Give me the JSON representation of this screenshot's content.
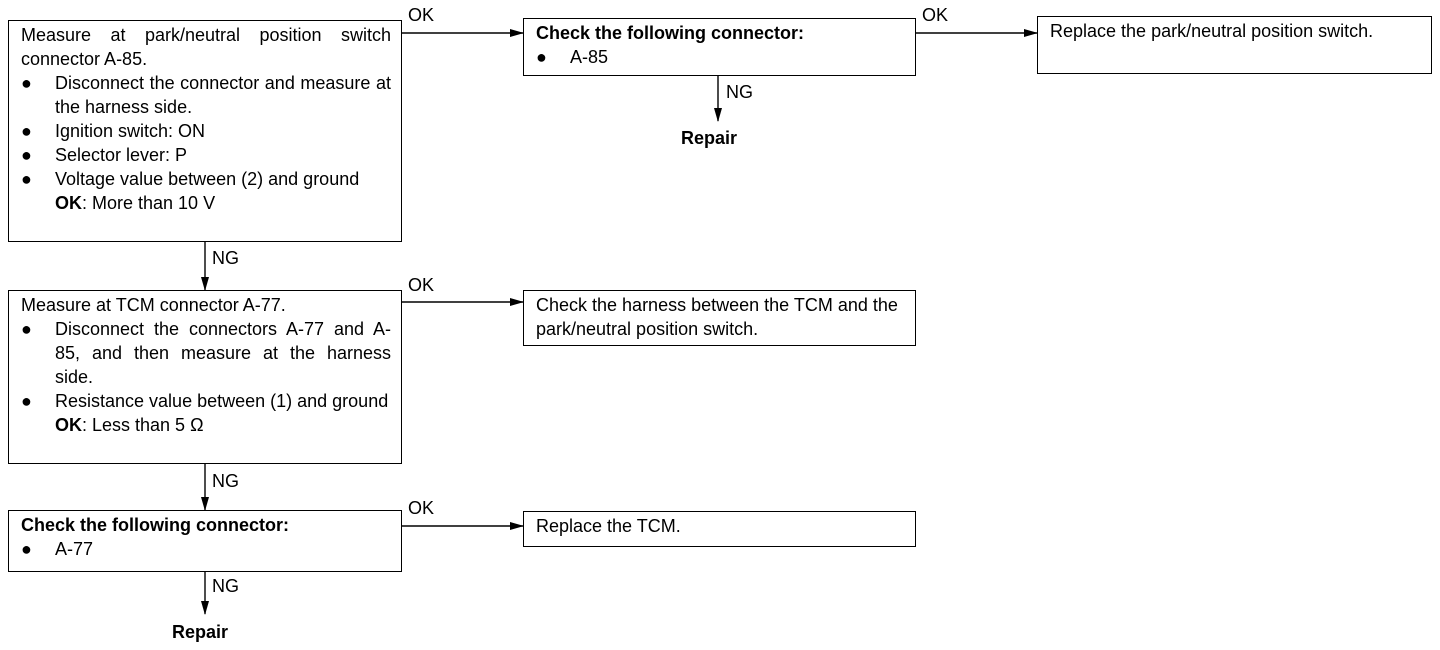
{
  "box1": {
    "title": "Measure at park/neutral position switch connector A-85.",
    "bullets": [
      "Disconnect the connector and measure at the harness side.",
      "Ignition switch: ON",
      "Selector lever: P",
      "Voltage value between (2) and ground"
    ],
    "ok_key": "OK",
    "ok_value": ": More than 10 V"
  },
  "box2": {
    "title": "Check the following connector:",
    "bullets": [
      "A-85"
    ]
  },
  "box3": {
    "text": "Replace the park/neutral position switch."
  },
  "box4": {
    "title": "Measure at TCM connector A-77.",
    "bullets": [
      "Disconnect the connectors A-77 and A-85, and then measure at the harness side.",
      "Resistance value between (1) and ground"
    ],
    "ok_key": "OK",
    "ok_value": ": Less than 5 Ω"
  },
  "box5": {
    "text": "Check the harness between the TCM and the park/neutral position switch."
  },
  "box6": {
    "title": "Check the following connector:",
    "bullets": [
      "A-77"
    ]
  },
  "box7": {
    "text": "Replace the TCM."
  },
  "labels": {
    "ok": "OK",
    "ng": "NG",
    "repair": "Repair",
    "bullet_glyph": "●"
  }
}
